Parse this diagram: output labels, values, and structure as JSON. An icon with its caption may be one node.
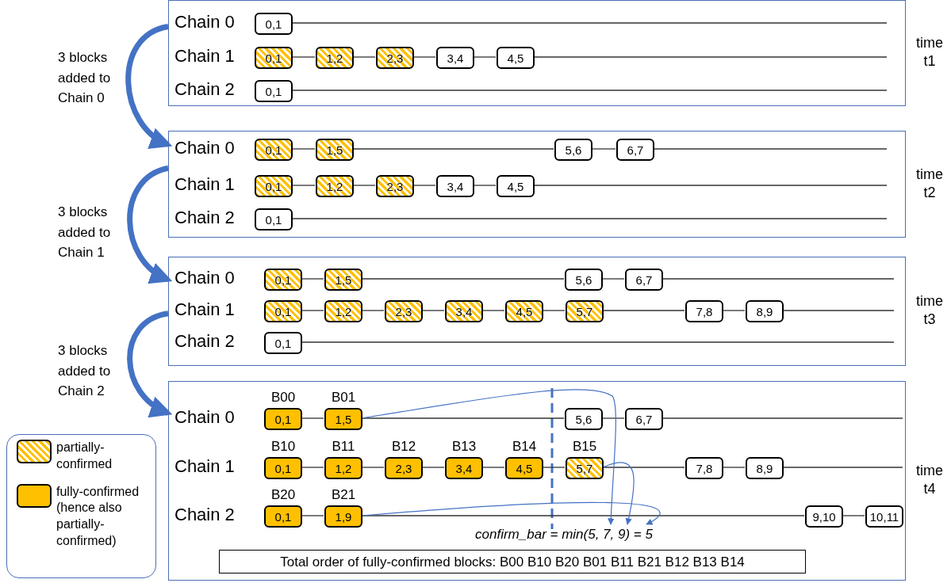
{
  "diagram": {
    "nodes": [
      {
        "text": [],
        "shape": "box",
        "beside": [
          "time t1"
        ]
      },
      {
        "text": [
          "0,1"
        ],
        "in": 0
      },
      {
        "text": [
          "0,1"
        ],
        "in": 0
      },
      {
        "text": [
          "1,2"
        ],
        "in": 0
      },
      {
        "text": [
          "2,3"
        ],
        "in": 0
      },
      {
        "text": [
          "3,4"
        ],
        "in": 0
      },
      {
        "text": [
          "4,5"
        ],
        "in": 0
      },
      {
        "text": [
          "0,1"
        ],
        "in": 0
      },
      {
        "text": [],
        "shape": "box",
        "beside": [
          "time t2"
        ]
      },
      {
        "text": [
          "0,1"
        ],
        "in": 8
      },
      {
        "text": [
          "1,5"
        ],
        "in": 8
      },
      {
        "text": [
          "5,6"
        ],
        "in": 8
      },
      {
        "text": [
          "6,7"
        ],
        "in": 8
      },
      {
        "text": [
          "0,1"
        ],
        "in": 8
      },
      {
        "text": [
          "1,2"
        ],
        "in": 8
      },
      {
        "text": [
          "2,3"
        ],
        "in": 8
      },
      {
        "text": [
          "3,4"
        ],
        "in": 8
      },
      {
        "text": [
          "4,5"
        ],
        "in": 8
      },
      {
        "text": [
          "0,1"
        ],
        "in": 8
      },
      {
        "text": [],
        "shape": "box",
        "beside": [
          "time t3"
        ]
      },
      {
        "text": [
          "0,1"
        ],
        "in": 19
      },
      {
        "text": [
          "1,5"
        ],
        "in": 19
      },
      {
        "text": [
          "5,6"
        ],
        "in": 19
      },
      {
        "text": [
          "6,7"
        ],
        "in": 19
      },
      {
        "text": [
          "0,1"
        ],
        "in": 19
      },
      {
        "text": [
          "1,2"
        ],
        "in": 19
      },
      {
        "text": [
          "2,3"
        ],
        "in": 19
      },
      {
        "text": [
          "3,4"
        ],
        "in": 19
      },
      {
        "text": [
          "4,5"
        ],
        "in": 19
      },
      {
        "text": [
          "5,7"
        ],
        "in": 19
      },
      {
        "text": [
          "7,8"
        ],
        "in": 19
      },
      {
        "text": [
          "8,9"
        ],
        "in": 19
      },
      {
        "text": [
          "0,1"
        ],
        "in": 19
      },
      {
        "text": [],
        "shape": "box",
        "beside": [
          "time t4"
        ]
      },
      {
        "text": [
          "0,1"
        ],
        "in": 33,
        "beside": [
          "B00"
        ]
      },
      {
        "text": [
          "1,5"
        ],
        "in": 33,
        "beside": [
          "B01"
        ]
      },
      {
        "text": [
          "5,6"
        ],
        "in": 33
      },
      {
        "text": [
          "6,7"
        ],
        "in": 33
      },
      {
        "text": [
          "0,1"
        ],
        "in": 33,
        "beside": [
          "B10"
        ]
      },
      {
        "text": [
          "1,2"
        ],
        "in": 33,
        "beside": [
          "B11"
        ]
      },
      {
        "text": [
          "2,3"
        ],
        "in": 33,
        "beside": [
          "B12"
        ]
      },
      {
        "text": [
          "3,4"
        ],
        "in": 33,
        "beside": [
          "B13"
        ]
      },
      {
        "text": [
          "4,5"
        ],
        "in": 33,
        "beside": [
          "B14"
        ]
      },
      {
        "text": [
          "5,7"
        ],
        "in": 33,
        "beside": [
          "B15"
        ]
      },
      {
        "text": [
          "7,8"
        ],
        "in": 33
      },
      {
        "text": [
          "8,9"
        ],
        "in": 33
      },
      {
        "text": [
          "0,1"
        ],
        "in": 33,
        "beside": [
          "B20"
        ]
      },
      {
        "text": [
          "1,9"
        ],
        "in": 33,
        "beside": [
          "B21"
        ]
      },
      {
        "text": [
          "9,10"
        ],
        "in": 33
      },
      {
        "text": [
          "10,11"
        ],
        "in": 33
      },
      {
        "text": [
          "confirm_bar = min(5, 7, 9) = 5"
        ],
        "in": 33
      },
      {
        "text": [
          "Total order of fully-confirmed blocks: B00 B10 B20 B01 B11 B21 B12 B13 B14"
        ],
        "in": 33
      }
    ],
    "edges": [
      {
        "from": 2,
        "to": 3,
        "arrow": "none"
      },
      {
        "from": 3,
        "to": 4,
        "arrow": "none"
      },
      {
        "from": 4,
        "to": 5,
        "arrow": "none"
      },
      {
        "from": 5,
        "to": 6,
        "arrow": "none"
      },
      {
        "from": 9,
        "to": 10,
        "arrow": "none"
      },
      {
        "from": 10,
        "to": 11,
        "arrow": "none"
      },
      {
        "from": 11,
        "to": 12,
        "arrow": "none"
      },
      {
        "from": 13,
        "to": 14,
        "arrow": "none"
      },
      {
        "from": 14,
        "to": 15,
        "arrow": "none"
      },
      {
        "from": 15,
        "to": 16,
        "arrow": "none"
      },
      {
        "from": 16,
        "to": 17,
        "arrow": "none"
      },
      {
        "from": 20,
        "to": 21,
        "arrow": "none"
      },
      {
        "from": 21,
        "to": 22,
        "arrow": "none"
      },
      {
        "from": 22,
        "to": 23,
        "arrow": "none"
      },
      {
        "from": 24,
        "to": 25,
        "arrow": "none"
      },
      {
        "from": 25,
        "to": 26,
        "arrow": "none"
      },
      {
        "from": 26,
        "to": 27,
        "arrow": "none"
      },
      {
        "from": 27,
        "to": 28,
        "arrow": "none"
      },
      {
        "from": 28,
        "to": 29,
        "arrow": "none"
      },
      {
        "from": 29,
        "to": 30,
        "arrow": "none"
      },
      {
        "from": 30,
        "to": 31,
        "arrow": "none"
      },
      {
        "from": 34,
        "to": 35,
        "arrow": "none"
      },
      {
        "from": 35,
        "to": 36,
        "arrow": "none"
      },
      {
        "from": 36,
        "to": 37,
        "arrow": "none"
      },
      {
        "from": 38,
        "to": 39,
        "arrow": "none"
      },
      {
        "from": 39,
        "to": 40,
        "arrow": "none"
      },
      {
        "from": 40,
        "to": 41,
        "arrow": "none"
      },
      {
        "from": 41,
        "to": 42,
        "arrow": "none"
      },
      {
        "from": 42,
        "to": 43,
        "arrow": "none"
      },
      {
        "from": 43,
        "to": 44,
        "arrow": "none"
      },
      {
        "from": 44,
        "to": 45,
        "arrow": "none"
      },
      {
        "from": 46,
        "to": 47,
        "arrow": "none"
      },
      {
        "from": 47,
        "to": 48,
        "arrow": "none"
      },
      {
        "from": 48,
        "to": 49,
        "arrow": "none"
      },
      {
        "from": 0,
        "to": 8,
        "arrow": "to",
        "label": "3 blocks added to Chain 0",
        "style": "thick",
        "color": "#4472c4"
      },
      {
        "from": 8,
        "to": 19,
        "arrow": "to",
        "label": "3 blocks added to Chain 1",
        "style": "thick",
        "color": "#4472c4"
      },
      {
        "from": 19,
        "to": 33,
        "arrow": "to",
        "label": "3 blocks added to Chain 2",
        "style": "thick",
        "color": "#4472c4"
      },
      {
        "from": 35,
        "to": 50,
        "arrow": "to",
        "color": "#4472c4"
      },
      {
        "from": 43,
        "to": 50,
        "arrow": "to",
        "color": "#4472c4"
      },
      {
        "from": 47,
        "to": 50,
        "arrow": "to",
        "color": "#4472c4"
      }
    ],
    "labels": [
      "Chain 0",
      "Chain 1",
      "Chain 2",
      "Chain 0",
      "Chain 1",
      "Chain 2",
      "Chain 0",
      "Chain 1",
      "Chain 2",
      "Chain 0",
      "Chain 1",
      "Chain 2"
    ],
    "legend": [
      {
        "text": "partially-confirmed"
      },
      {
        "text": "fully-confirmed (hence also partially-confirmed)",
        "color": "#ffc000"
      }
    ]
  }
}
